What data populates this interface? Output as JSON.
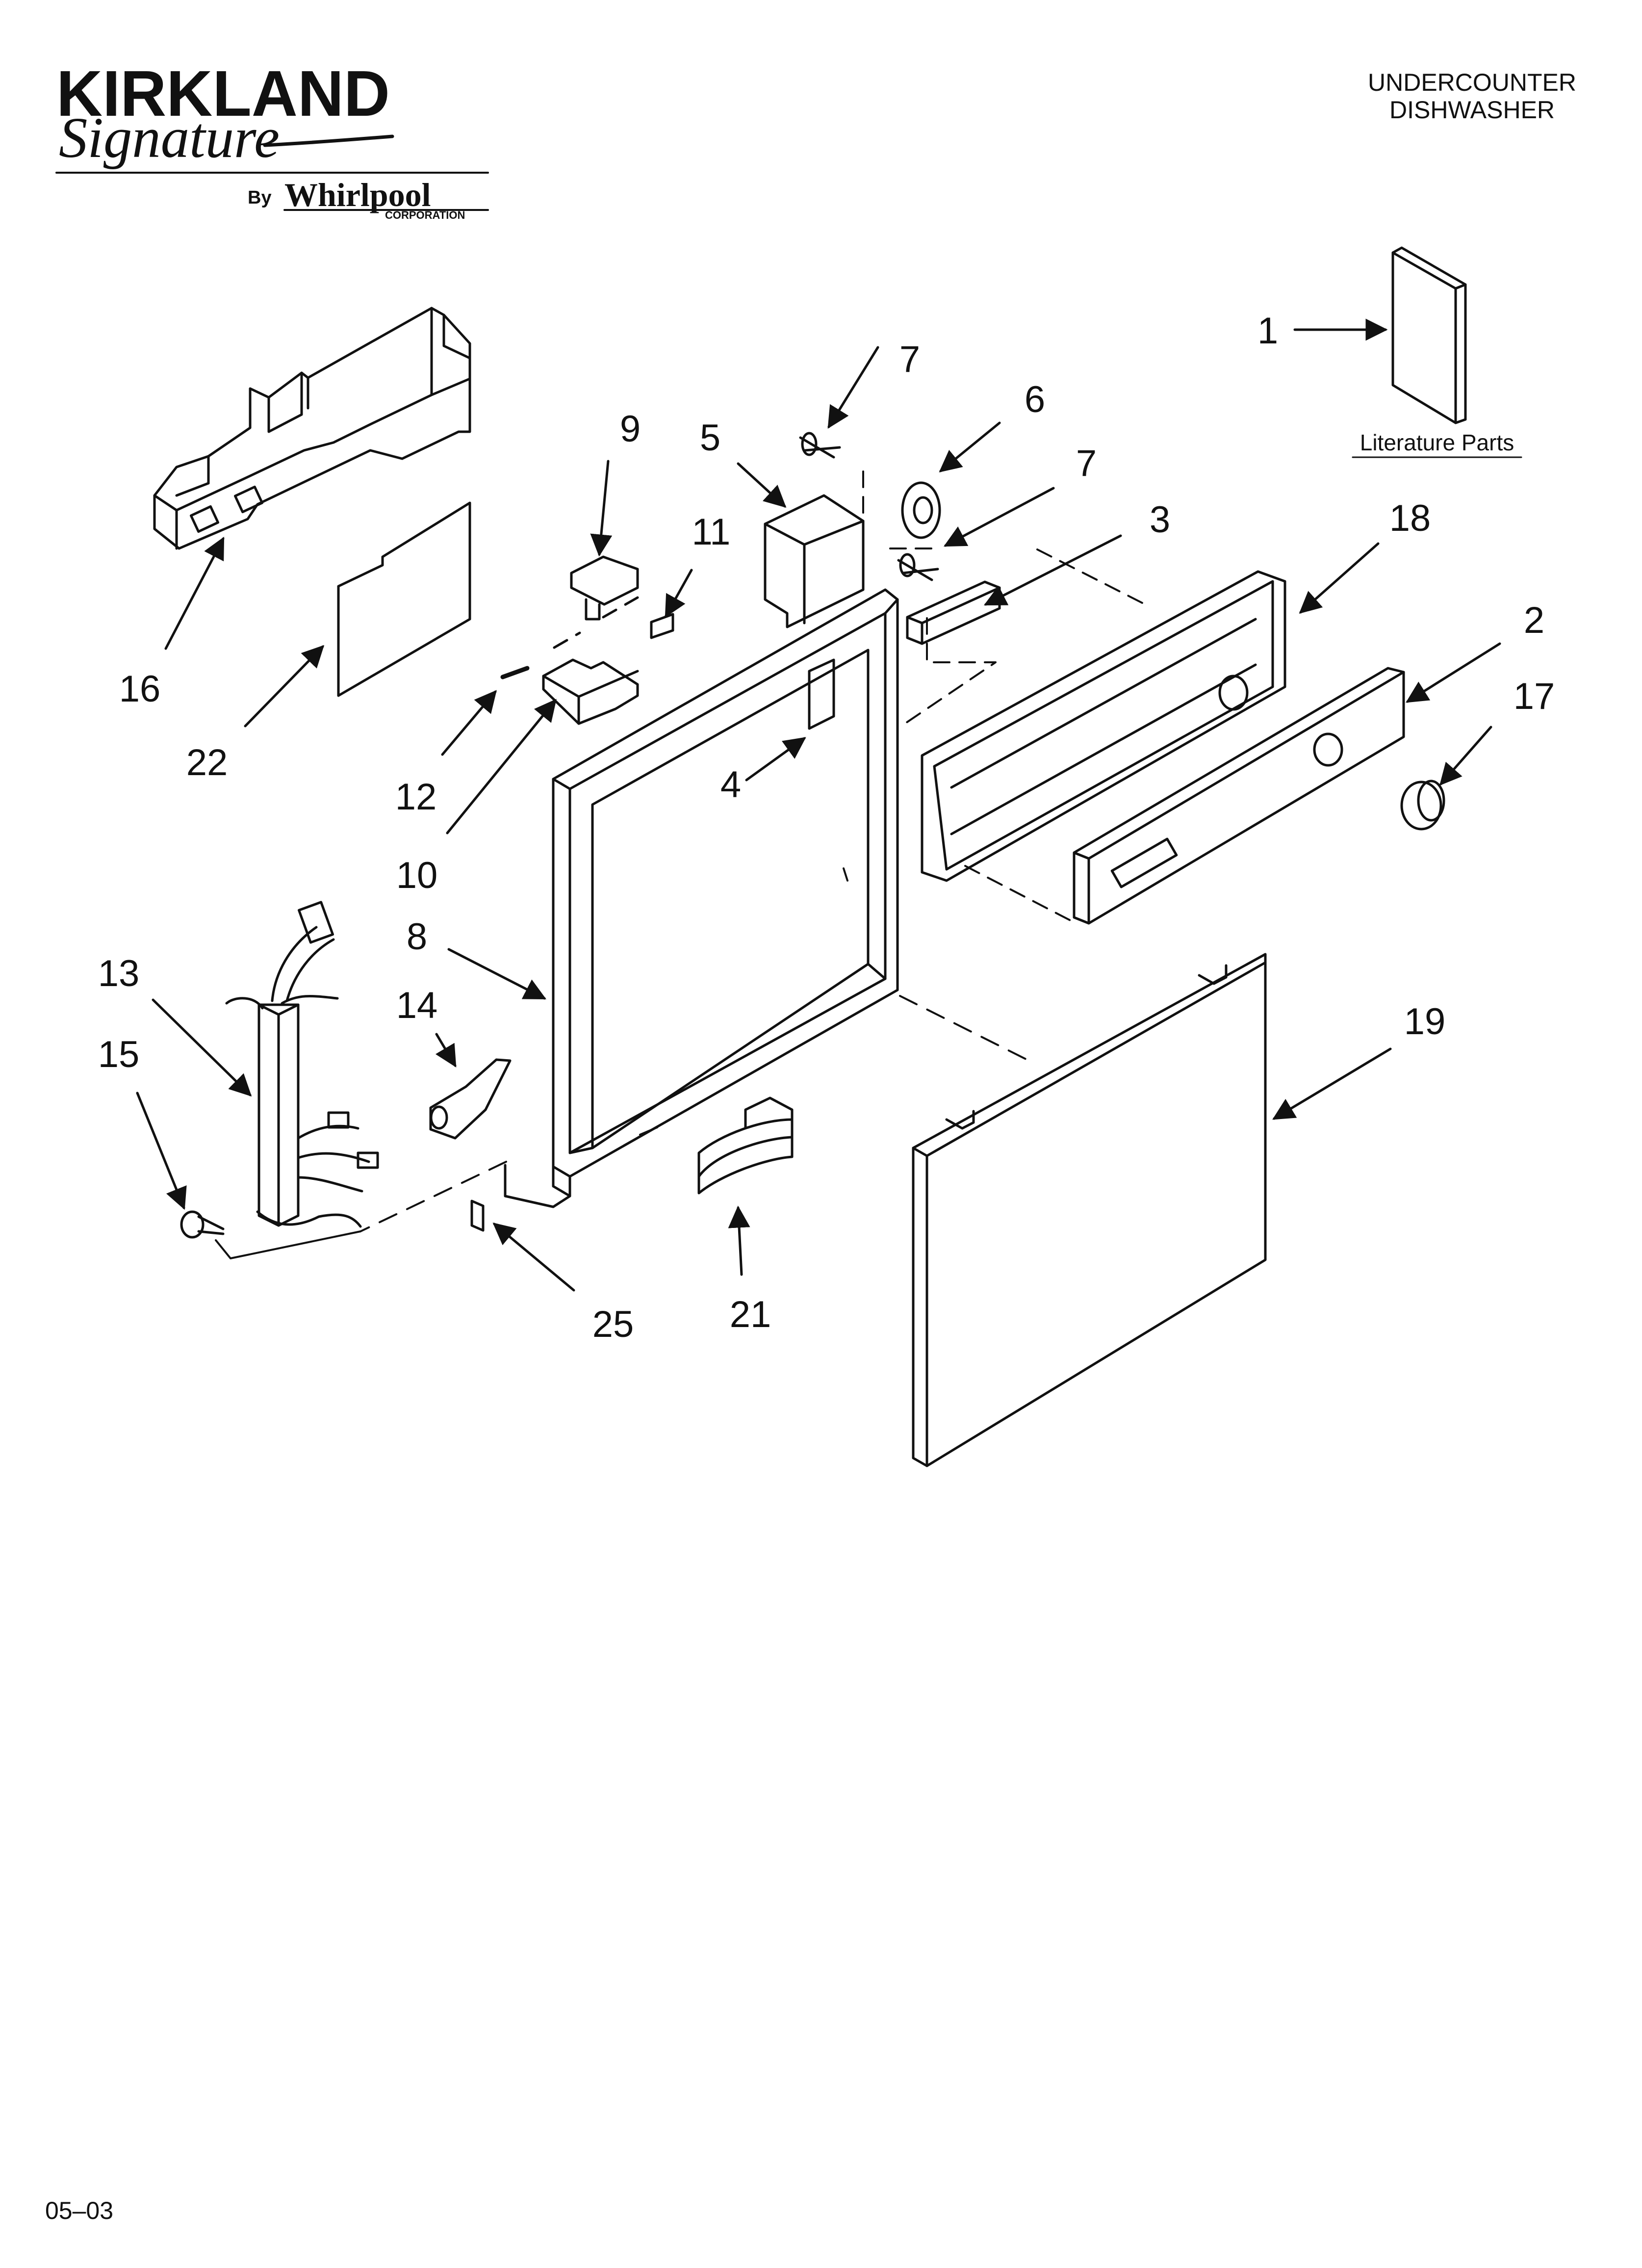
{
  "brand": {
    "name": "KIRKLAND",
    "script": "Signature",
    "by": "By",
    "maker": "Whirlpool",
    "maker_suffix": "CORPORATION"
  },
  "title_lines": [
    "UNDERCOUNTER",
    "DISHWASHER"
  ],
  "literature_label": "Literature Parts",
  "date_code": "05–03",
  "callouts": [
    "1",
    "2",
    "3",
    "4",
    "5",
    "6",
    "7",
    "7",
    "8",
    "9",
    "10",
    "11",
    "12",
    "13",
    "14",
    "15",
    "16",
    "17",
    "18",
    "19",
    "21",
    "22",
    "25"
  ]
}
